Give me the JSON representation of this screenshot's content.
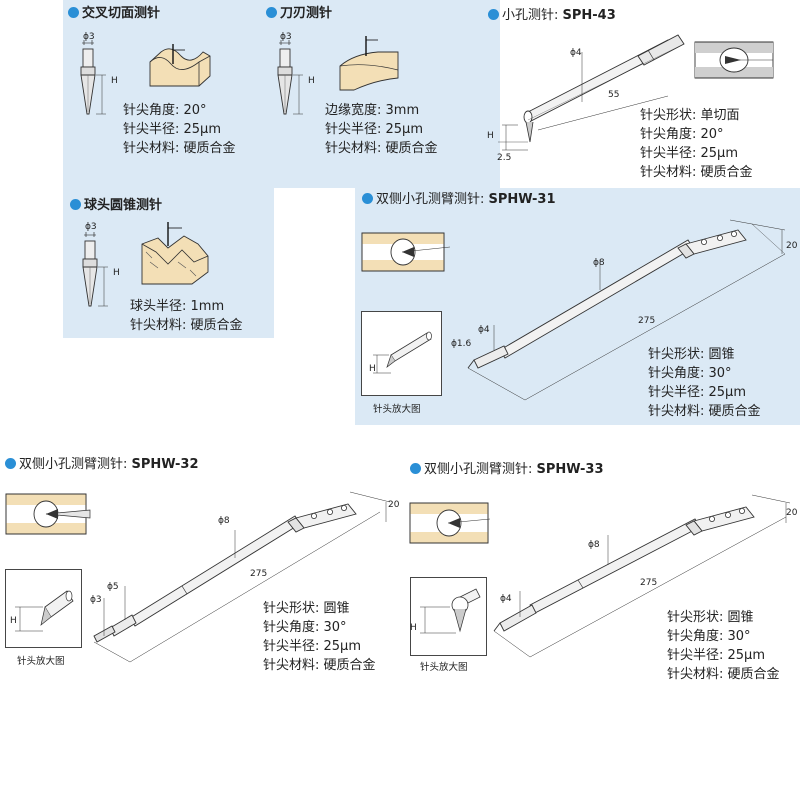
{
  "colors": {
    "panel": "#dbe9f5",
    "bullet": "#2a8fd6",
    "line": "#333333"
  },
  "icons": [
    "bullet-dot-icon"
  ],
  "cross_cut": {
    "title": "交叉切面测针",
    "dims": {
      "d": "ϕ3",
      "h": "H"
    },
    "specs": [
      "针尖角度: 20°",
      "针尖半径: 25µm",
      "针尖材料: 硬质合金"
    ]
  },
  "blade": {
    "title": "刀刃测针",
    "dims": {
      "d": "ϕ3",
      "h": "H"
    },
    "specs": [
      "边缘宽度: 3mm",
      "针尖半径: 25µm",
      "针尖材料: 硬质合金"
    ]
  },
  "ball_cone": {
    "title": "球头圆锥测针",
    "dims": {
      "d": "ϕ3",
      "h": "H"
    },
    "specs": [
      "球头半径: 1mm",
      "针尖材料: 硬质合金"
    ]
  },
  "sph43": {
    "prefix": "小孔测针: ",
    "model": "SPH-43",
    "dims": {
      "d": "ϕ4",
      "len": "55",
      "h": "H",
      "off": "2.5"
    },
    "specs": [
      "针尖形状: 单切面",
      "针尖角度: 20°",
      "针尖半径: 25µm",
      "针尖材料: 硬质合金"
    ]
  },
  "sphw31": {
    "prefix": "双侧小孔测臂测针: ",
    "model": "SPHW-31",
    "dims": {
      "d8": "ϕ8",
      "d4": "ϕ4",
      "d16": "ϕ1.6",
      "len": "275",
      "w": "20",
      "h": "H"
    },
    "caption": "针头放大图",
    "specs": [
      "针尖形状: 圆锥",
      "针尖角度: 30°",
      "针尖半径: 25µm",
      "针尖材料: 硬质合金"
    ]
  },
  "sphw32": {
    "prefix": "双侧小孔测臂测针: ",
    "model": "SPHW-32",
    "dims": {
      "d8": "ϕ8",
      "d5": "ϕ5",
      "d3": "ϕ3",
      "len": "275",
      "w": "20",
      "h": "H"
    },
    "caption": "针头放大图",
    "specs": [
      "针尖形状: 圆锥",
      "针尖角度: 30°",
      "针尖半径: 25µm",
      "针尖材料: 硬质合金"
    ]
  },
  "sphw33": {
    "prefix": "双侧小孔测臂测针: ",
    "model": "SPHW-33",
    "dims": {
      "d8": "ϕ8",
      "d4": "ϕ4",
      "len": "275",
      "w": "20",
      "h": "H"
    },
    "caption": "针头放大图",
    "specs": [
      "针尖形状: 圆锥",
      "针尖角度: 30°",
      "针尖半径: 25µm",
      "针尖材料: 硬质合金"
    ]
  }
}
